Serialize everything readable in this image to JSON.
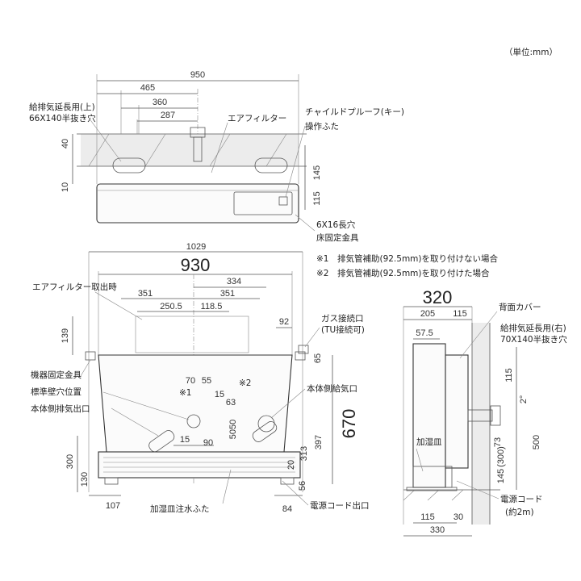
{
  "unit_label": "（単位:mm）",
  "top_view": {
    "dims": {
      "d950": "950",
      "d465": "465",
      "d360": "360",
      "d287": "287",
      "d40": "40",
      "d10": "10",
      "d145": "145",
      "d115": "115"
    },
    "labels": {
      "intake_top": "給排気延長用(上)",
      "intake_top_size": "66X140半抜き穴",
      "air_filter": "エアフィルター",
      "child_proof": "チャイルドプルーフ(キー)",
      "control_lid": "操作ふた",
      "slot": "6X16長穴",
      "floor_bracket": "床固定金具"
    }
  },
  "front_view": {
    "dims": {
      "d1029": "1029",
      "d930": "930",
      "d334": "334",
      "d351a": "351",
      "d351b": "351",
      "d250": "250.5",
      "d118": "118.5",
      "d139": "139",
      "d92": "92",
      "d65": "65",
      "d70": "70",
      "d55": "55",
      "d15a": "15",
      "d63": "63",
      "d5050": "5050",
      "d15b": "15",
      "d90": "90",
      "d670": "670",
      "d397": "397",
      "d313": "313",
      "d20": "20",
      "d300": "300",
      "d130": "130",
      "d107": "107",
      "d84": "84",
      "d56": "56"
    },
    "labels": {
      "filter_remove": "エアフィルター取出時",
      "note1": "※1　排気管補助(92.5mm)を取り付けない場合",
      "note2": "※2　排気管補助(92.5mm)を取り付けた場合",
      "gas_inlet": "ガス接続口",
      "gas_inlet_sub": "(TU接続可)",
      "mount_bracket": "機器固定金具",
      "std_hole": "標準壁穴位置",
      "exhaust_out": "本体側排気出口",
      "intake_port": "本体側給気口",
      "mark1": "※1",
      "mark2": "※2",
      "water_lid": "加湿皿注水ふた",
      "power_outlet": "電源コード出口"
    }
  },
  "side_view": {
    "dims": {
      "d320": "320",
      "d205": "205",
      "d115a": "115",
      "d57": "57.5",
      "d115b": "115",
      "deg2": "2°",
      "d73": "73",
      "d500": "500",
      "d300p": "(300)",
      "d145": "145",
      "d115c": "115",
      "d30": "30",
      "d330": "330"
    },
    "labels": {
      "back_cover": "背面カバー",
      "intake_right": "給排気延長用(右)",
      "intake_right_size": "70X140半抜き穴",
      "humid_tray": "加湿皿",
      "power_cord": "電源コード",
      "power_cord_len": "(約2m)"
    }
  }
}
